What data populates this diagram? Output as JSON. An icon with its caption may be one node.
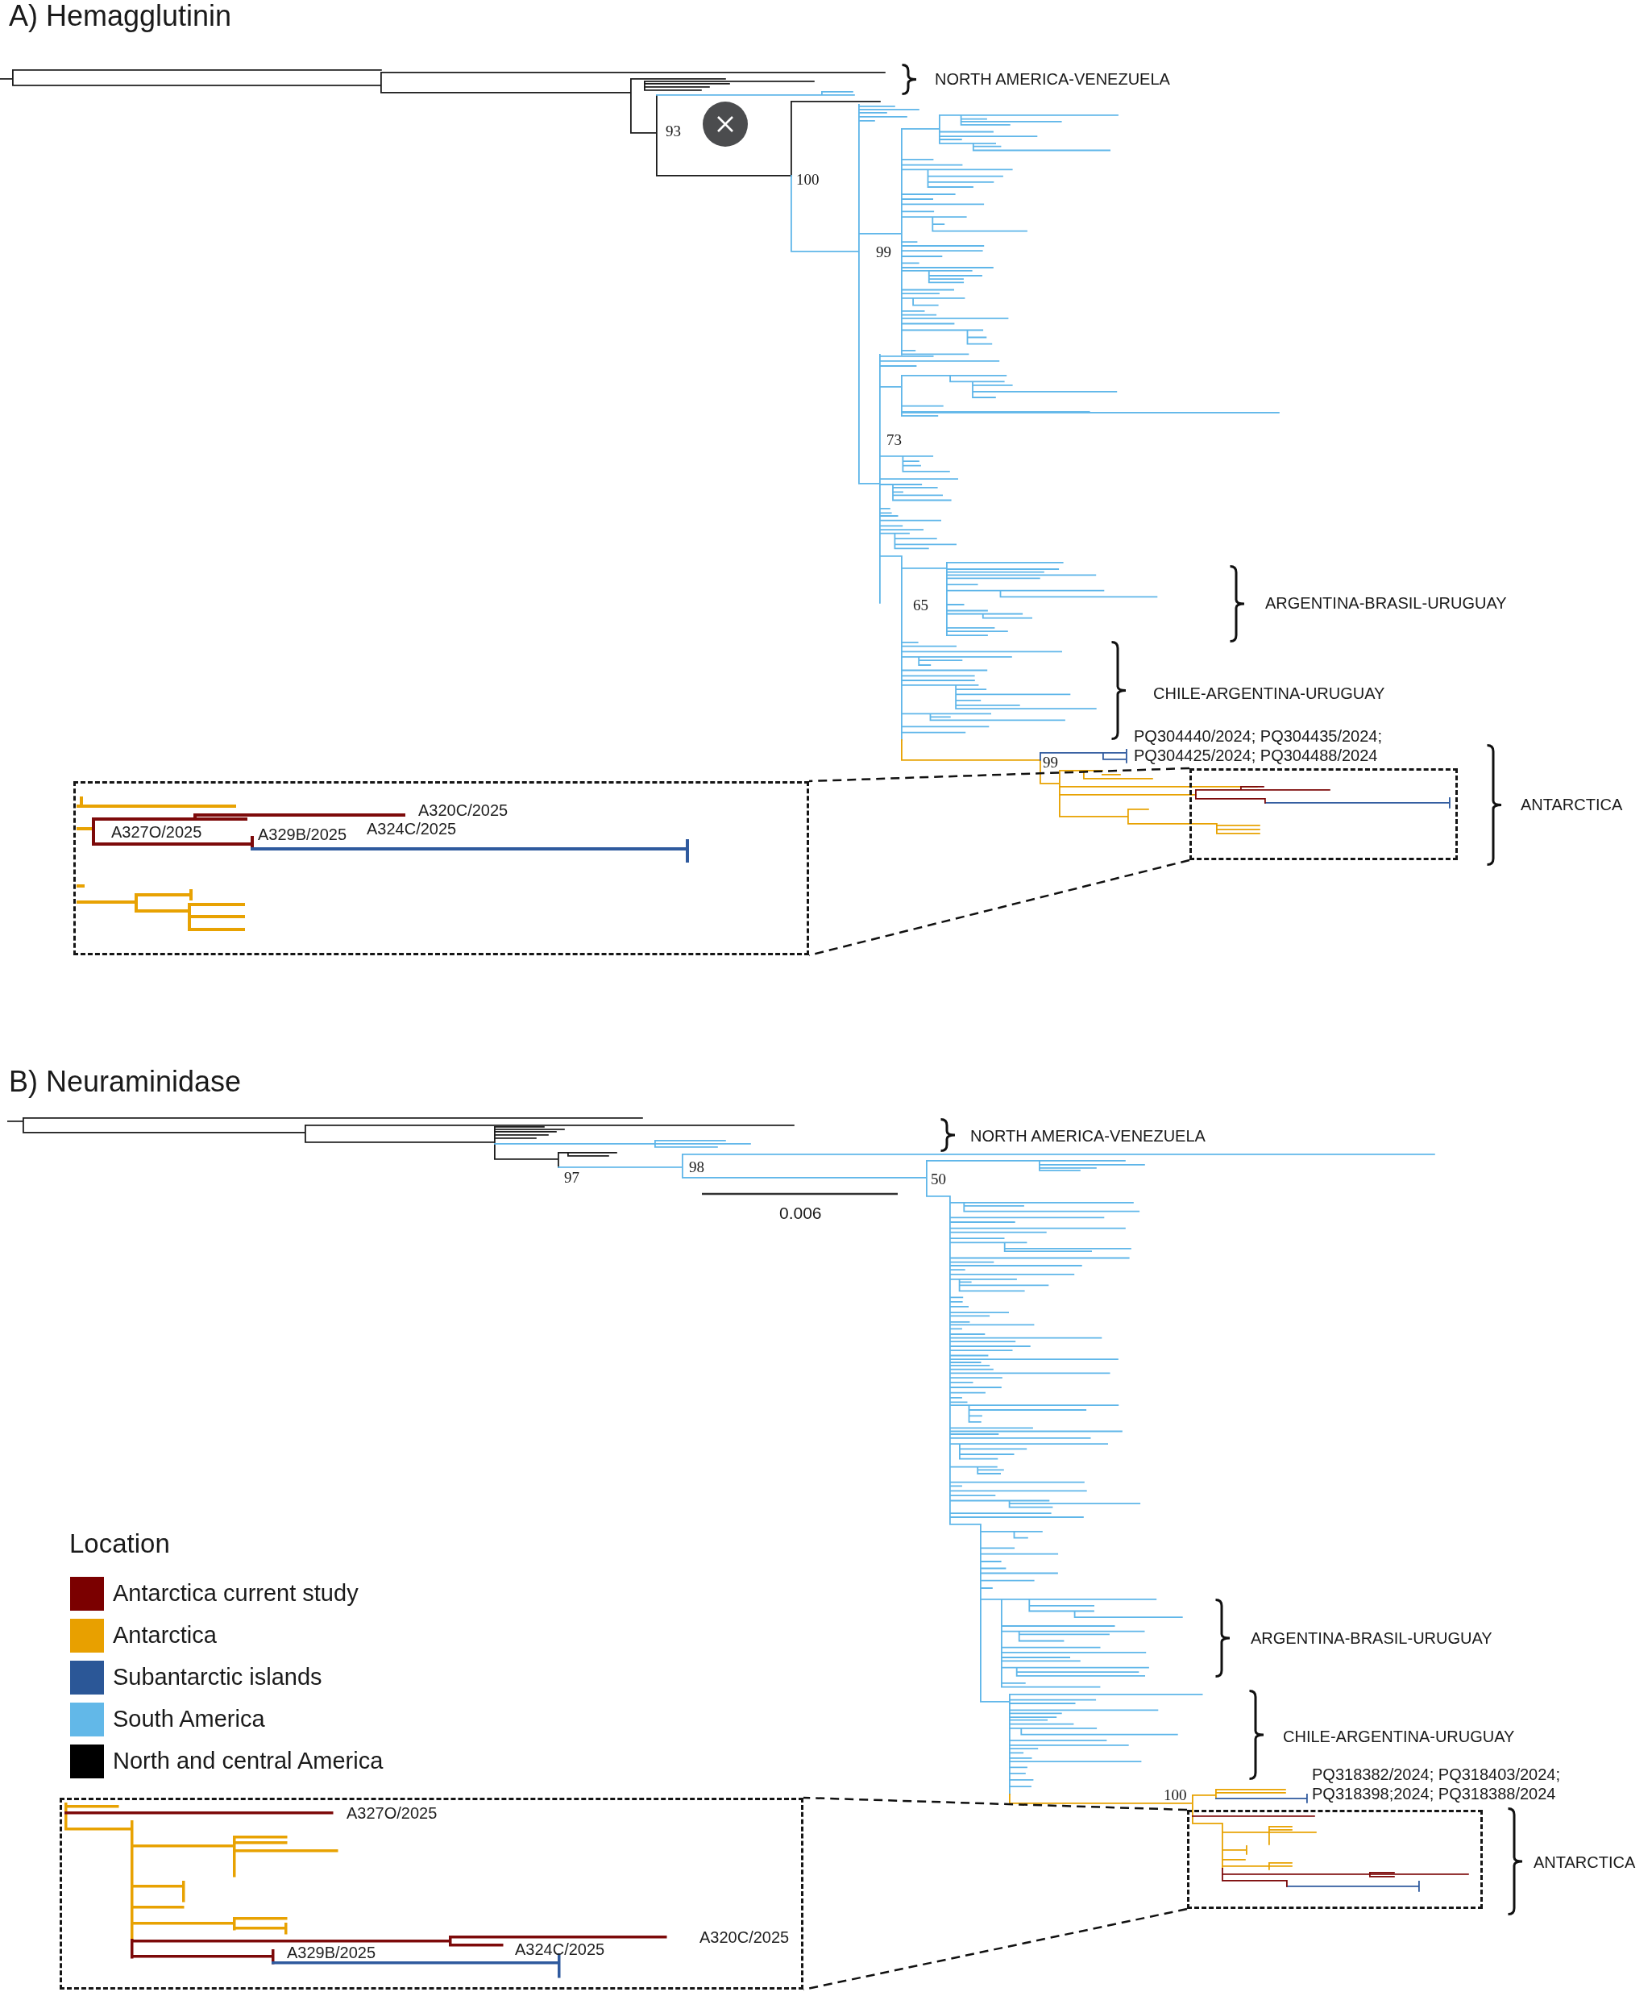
{
  "diagram": {
    "nodes": [
      {
        "text": [],
        "shape": "box"
      },
      {
        "text": [
          "A320C/2025",
          "A327O/2025",
          "A329B/2025",
          "A324C/2025"
        ]
      },
      {
        "text": [],
        "shape": "box"
      },
      {
        "text": [
          "A327O/2025",
          "A320C/2025",
          "A329B/2025",
          "A324C/2025"
        ]
      }
    ],
    "edges": [
      {
        "from": 0,
        "to": 1,
        "arrow": "none",
        "style": "dashed"
      },
      {
        "from": 0,
        "to": 1,
        "arrow": "none",
        "style": "dashed"
      },
      {
        "from": 2,
        "to": 3,
        "arrow": "none",
        "style": "dashed"
      },
      {
        "from": 2,
        "to": 3,
        "arrow": "none",
        "style": "dashed"
      }
    ],
    "labels": [
      "A) Hemagglutinin",
      "NORTH AMERICA-VENEZUELA",
      "93",
      "100",
      "99",
      "73",
      "65",
      "ARGENTINA-BRASIL-URUGUAY",
      "CHILE-ARGENTINA-URUGUAY",
      "PQ304440/2024; PQ304435/2024; PQ304425/2024; PQ304488/2024",
      "99",
      "ANTARCTICA",
      "B) Neuraminidase",
      "NORTH AMERICA-VENEZUELA",
      "97",
      "98",
      "50",
      "0.006",
      "Location",
      "ARGENTINA-BRASIL-URUGUAY",
      "CHILE-ARGENTINA-URUGUAY",
      "PQ318382/2024; PQ318403/2024; PQ318398;2024; PQ318388/2024",
      "100",
      "ANTARCTICA"
    ],
    "legend": [
      {
        "text": "Antarctica current study",
        "color": "#7b0000"
      },
      {
        "text": "Antarctica",
        "color": "#e8a000"
      },
      {
        "text": "Subantarctic islands",
        "color": "#2b5797"
      },
      {
        "text": "South America",
        "color": "#62b8e8"
      },
      {
        "text": "North and central America",
        "color": "#000000"
      }
    ]
  }
}
